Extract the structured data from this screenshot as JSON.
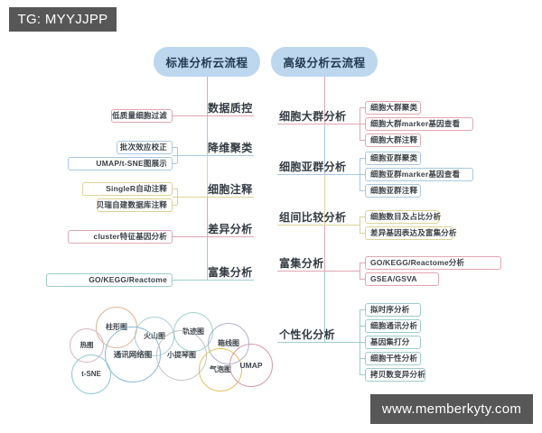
{
  "watermarks": {
    "top_tag": "TG: MYYJJPP",
    "bottom_url": "www.memberkyty.com"
  },
  "roots": {
    "left": "标准分析云流程",
    "right": "高级分析云流程"
  },
  "colors": {
    "pill_bg": "#bdd7ef",
    "pink": "#e6a8b4",
    "blue": "#a8c7e0",
    "yellow": "#ddd49a",
    "teal": "#9fcbcb",
    "badge_bg": "#575757"
  },
  "left_tree": {
    "branches": [
      {
        "label": "数据质控",
        "color": "#e0a7b2",
        "leaves": [
          "低质量细胞过滤"
        ]
      },
      {
        "label": "降维聚类",
        "color": "#a9c8e1",
        "leaves": [
          "批次效应校正",
          "UMAP/t-SNE图展示"
        ]
      },
      {
        "label": "细胞注释",
        "color": "#dcd399",
        "leaves": [
          "SingleR自动注释",
          "贝瑞自建数据库注释"
        ]
      },
      {
        "label": "差异分析",
        "color": "#e0a7b2",
        "leaves": [
          "cluster特征基因分析"
        ]
      },
      {
        "label": "富集分析",
        "color": "#9fcbcb",
        "leaves": [
          "GO/KEGG/Reactome"
        ]
      }
    ]
  },
  "right_tree": {
    "branches": [
      {
        "label": "细胞大群分析",
        "color": "#e0a7b2",
        "leaves": [
          "细胞大群聚类",
          "细胞大群marker基因查看",
          "细胞大群注释"
        ]
      },
      {
        "label": "细胞亚群分析",
        "color": "#a9c8e1",
        "leaves": [
          "细胞亚群聚类",
          "细胞亚群marker基因查看",
          "细胞亚群注释"
        ]
      },
      {
        "label": "组间比较分析",
        "color": "#dcd399",
        "leaves": [
          "细胞数目及占比分析",
          "差异基因表达及富集分析"
        ]
      },
      {
        "label": "富集分析",
        "color": "#e0a7b2",
        "leaves": [
          "GO/KEGG/Reactome分析",
          "GSEA/GSVA"
        ]
      },
      {
        "label": "个性化分析",
        "color": "#9fcbcb",
        "leaves": [
          "拟时序分析",
          "细胞通讯分析",
          "基因集打分",
          "细胞干性分析",
          "拷贝数变异分析"
        ]
      }
    ]
  },
  "bubbles": [
    {
      "label": "柱形图",
      "color": "#ddb79a"
    },
    {
      "label": "火山图",
      "color": "#a9cbd8"
    },
    {
      "label": "轨迹图",
      "color": "#9fcfc6"
    },
    {
      "label": "热图",
      "color": "#d8b6c4"
    },
    {
      "label": "箱线图",
      "color": "#b4b3cf"
    },
    {
      "label": "通讯网络图",
      "color": "#86b9d4"
    },
    {
      "label": "小提琴图",
      "color": "#c3c3c3"
    },
    {
      "label": "气泡图",
      "color": "#e0c35a"
    },
    {
      "label": "UMAP",
      "color": "#cf9aa8"
    },
    {
      "label": "t-SNE",
      "color": "#8fc4d6"
    }
  ]
}
